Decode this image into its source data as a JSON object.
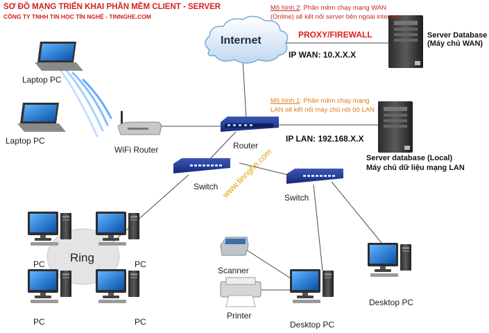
{
  "title": "SƠ ĐỒ MẠNG TRIỂN KHAI PHẦN MỀM CLIENT - SERVER",
  "subtitle": "CÔNG TY TNHH TIN HỌC TÍN NGHỆ - TINNGHE.COM",
  "internet_label": "Internet",
  "wan_note": {
    "prefix": "Mô hình 2",
    "line1_rest": ": Phần mềm chạy mạng WAN",
    "line2": "(Online) sẽ kết nối server bên ngoài internet."
  },
  "proxy_label": "PROXY/FIREWALL",
  "ip_wan": "IP WAN: 10.X.X.X",
  "server_wan": {
    "line1": "Server Database",
    "line2": "(Máy chủ WAN)"
  },
  "lan_note": {
    "prefix": "Mô hình 1",
    "line1_rest": ": Phần mềm chạy mạng",
    "line2": "LAN sẽ kết nối máy chủ nội bộ LAN"
  },
  "ip_lan": "IP LAN: 192.168.X.X",
  "server_lan": {
    "line1": "Server database (Local)",
    "line2": "Máy chủ dữ liệu mạng LAN"
  },
  "laptop_top": "Laptop PC",
  "laptop_bottom": "Laptop PC",
  "wifi_router": "WiFi Router",
  "router": "Router",
  "switch_left": "Switch",
  "switch_right": "Switch",
  "watermark": "www.tinnghe.com",
  "ring": "Ring",
  "pc_labels": [
    "PC",
    "PC",
    "PC",
    "PC"
  ],
  "scanner": "Scanner",
  "printer": "Printer",
  "desktop_center": "Desktop PC",
  "desktop_right": "Desktop PC",
  "colors": {
    "title": "#d11f1f",
    "note_wan": "#c62828",
    "note_lan": "#e07a1a",
    "firewall": "#e01b1b",
    "watermark": "#d9a300"
  }
}
